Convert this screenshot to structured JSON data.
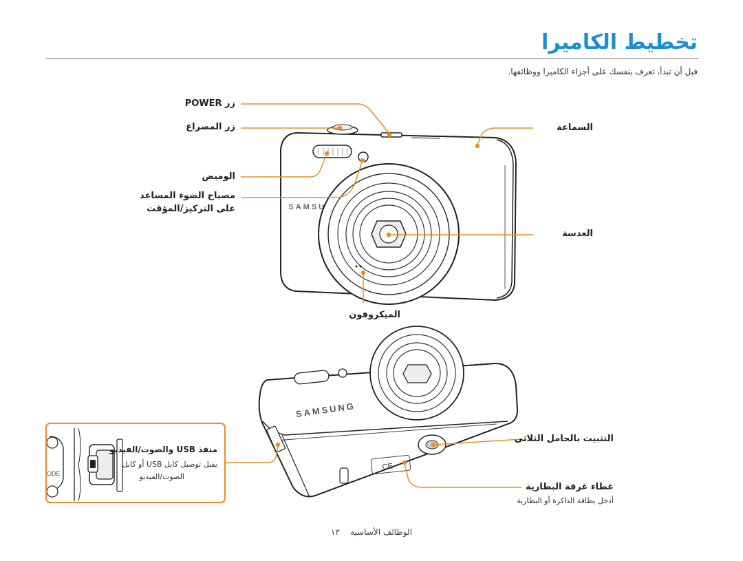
{
  "page": {
    "title": "تخطيط الكاميرا",
    "intro": "قبل أن تبدأ، تعرف بنفسك على أجزاء الكاميرا ووظائفها.",
    "footer_text": "الوظائف الأساسية",
    "page_number": "١٣"
  },
  "labels": {
    "power_button": "زر POWER",
    "shutter_button": "زر المصراع",
    "flash": "الوميض",
    "af_lamp_line1": "مصباح الضوء المساعد",
    "af_lamp_line2": "على التركيز/المؤقت",
    "speaker": "السماعة",
    "lens": "العدسة",
    "microphone": "الميكروفون",
    "usb_port": "منفذ USB والصوت/الفيديو",
    "usb_port_desc_line1": "يقبل توصيل كابل USB أو كابل",
    "usb_port_desc_line2": "الصوت/الفيديو",
    "tripod_mount": "التثبيت بالحامل الثلاثي",
    "battery_cover": "غطاء غرفة البطارية",
    "battery_cover_desc": "أدخل بطاقة الذاكرة أو البطارية"
  },
  "logos": {
    "brand": "SAMSUNG",
    "inset_port_text": "ODE"
  },
  "colors": {
    "title": "#1a8fd6",
    "callout": "#f08a1c",
    "rule": "#6b6b6b"
  }
}
